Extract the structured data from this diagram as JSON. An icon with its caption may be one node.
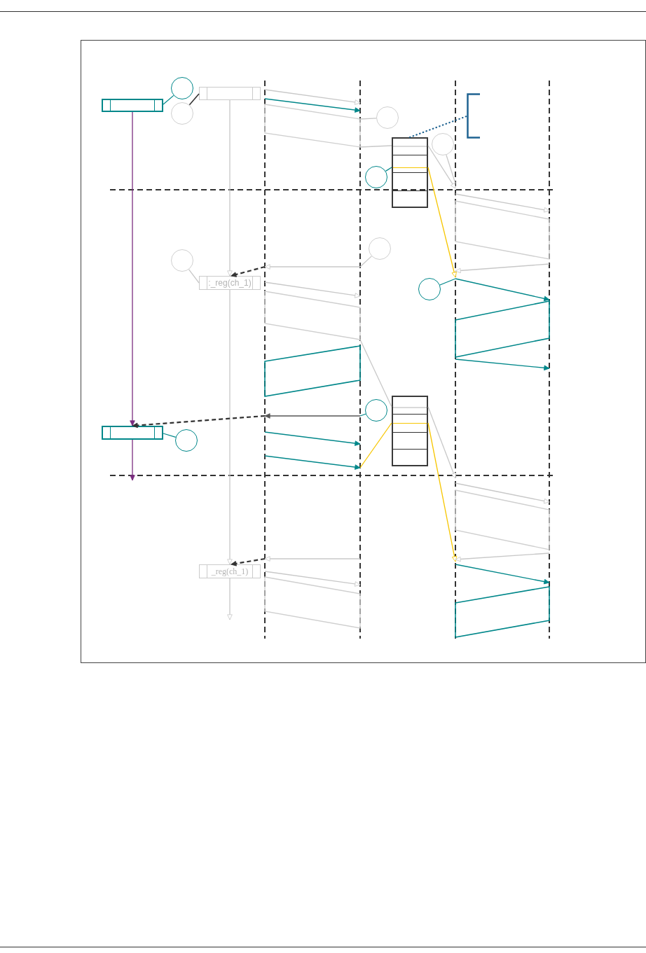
{
  "diagram": {
    "nodes": [
      {
        "text": [],
        "shape": "box"
      },
      {
        "text": [],
        "shape": "circle"
      },
      {
        "text": [],
        "shape": "circle"
      },
      {
        "text": [],
        "shape": "box"
      },
      {
        "text": [],
        "shape": "line"
      },
      {
        "text": [],
        "shape": "line"
      },
      {
        "text": [],
        "shape": "line"
      },
      {
        "text": [],
        "shape": "line"
      },
      {
        "text": [],
        "shape": "circle"
      },
      {
        "text": [],
        "shape": "parallelogram"
      },
      {
        "text": [],
        "shape": "box"
      },
      {
        "text": [],
        "shape": "circle"
      },
      {
        "text": [],
        "shape": "circle"
      },
      {
        "text": [],
        "shape": "bracket"
      },
      {
        "text": [],
        "shape": "parallelogram"
      },
      {
        "text": [],
        "shape": "parallelogram"
      },
      {
        "text": [],
        "shape": "circle"
      },
      {
        "text": [
          ":_reg(ch_1)"
        ]
      },
      {
        "text": [],
        "shape": "circle"
      },
      {
        "text": [],
        "shape": "circle"
      },
      {
        "text": [],
        "shape": "parallelogram"
      },
      {
        "text": [],
        "shape": "parallelogram"
      },
      {
        "text": [],
        "shape": "box"
      },
      {
        "text": [],
        "shape": "circle"
      },
      {
        "text": [],
        "shape": "box"
      },
      {
        "text": [],
        "shape": "circle"
      },
      {
        "text": [],
        "shape": "parallelogram"
      },
      {
        "text": [],
        "shape": "parallelogram"
      },
      {
        "text": [
          "_reg(ch_1)"
        ]
      },
      {
        "text": [],
        "shape": "parallelogram"
      }
    ],
    "edges": [
      {
        "from": 1,
        "to": 0,
        "arrow": "none",
        "color": "#00878a"
      },
      {
        "from": 2,
        "to": 3,
        "arrow": "none",
        "color": "#333333"
      },
      {
        "from": 0,
        "to": 24,
        "arrow": "to",
        "color": "#7b2d80"
      },
      {
        "from": 24,
        "to": null,
        "arrow": "to",
        "color": "#7b2d80"
      },
      {
        "from": 3,
        "to": 17,
        "arrow": "to"
      },
      {
        "from": 17,
        "to": 28,
        "arrow": "to"
      },
      {
        "from": 28,
        "to": null,
        "arrow": "to"
      },
      {
        "from": 4,
        "to": 5,
        "arrow": "to"
      },
      {
        "from": 4,
        "to": 5,
        "arrow": "to",
        "color": "#00878a"
      },
      {
        "from": 8,
        "to": 9,
        "arrow": "none"
      },
      {
        "from": 9,
        "to": 10,
        "arrow": "none"
      },
      {
        "from": 10,
        "to": 6,
        "arrow": "to"
      },
      {
        "from": 11,
        "to": 6,
        "arrow": "none"
      },
      {
        "from": 12,
        "to": 10,
        "arrow": "none",
        "color": "#00878a"
      },
      {
        "from": 10,
        "to": 6,
        "arrow": "to",
        "color": "#f7c600"
      },
      {
        "from": 10,
        "to": 13,
        "arrow": "none",
        "style": "dashed",
        "color": "#1f6391"
      },
      {
        "from": 6,
        "to": 7,
        "arrow": "to"
      },
      {
        "from": 7,
        "to": 6,
        "arrow": "to"
      },
      {
        "from": 6,
        "to": 7,
        "arrow": "to",
        "color": "#00878a"
      },
      {
        "from": 6,
        "to": 7,
        "arrow": "to",
        "color": "#00878a"
      },
      {
        "from": 16,
        "to": 17,
        "arrow": "none"
      },
      {
        "from": 18,
        "to": 5,
        "arrow": "none"
      },
      {
        "from": 5,
        "to": 4,
        "arrow": "to"
      },
      {
        "from": 4,
        "to": 17,
        "arrow": "to",
        "style": "dashed",
        "color": "#333333"
      },
      {
        "from": 19,
        "to": 6,
        "arrow": "none",
        "color": "#00878a"
      },
      {
        "from": 4,
        "to": 5,
        "arrow": "to"
      },
      {
        "from": 20,
        "to": 22,
        "arrow": "none"
      },
      {
        "from": 22,
        "to": 6,
        "arrow": "to"
      },
      {
        "from": 23,
        "to": 5,
        "arrow": "none",
        "color": "#00878a"
      },
      {
        "from": 5,
        "to": 4,
        "arrow": "to",
        "color": "#555555"
      },
      {
        "from": 4,
        "to": 24,
        "arrow": "to",
        "style": "dashed",
        "color": "#333333"
      },
      {
        "from": 25,
        "to": 24,
        "arrow": "none",
        "color": "#00878a"
      },
      {
        "from": 4,
        "to": 5,
        "arrow": "to",
        "color": "#00878a"
      },
      {
        "from": 4,
        "to": 5,
        "arrow": "to",
        "color": "#00878a"
      },
      {
        "from": 5,
        "to": 22,
        "arrow": "none",
        "color": "#f7c600"
      },
      {
        "from": 22,
        "to": 6,
        "arrow": "to",
        "color": "#f7c600"
      },
      {
        "from": 6,
        "to": 7,
        "arrow": "to"
      },
      {
        "from": 7,
        "to": 6,
        "arrow": "to"
      },
      {
        "from": 6,
        "to": 7,
        "arrow": "to",
        "color": "#00878a"
      },
      {
        "from": 5,
        "to": 4,
        "arrow": "to"
      },
      {
        "from": 4,
        "to": 28,
        "arrow": "to",
        "style": "dashed",
        "color": "#333333"
      },
      {
        "from": 4,
        "to": 5,
        "arrow": "to"
      }
    ]
  }
}
